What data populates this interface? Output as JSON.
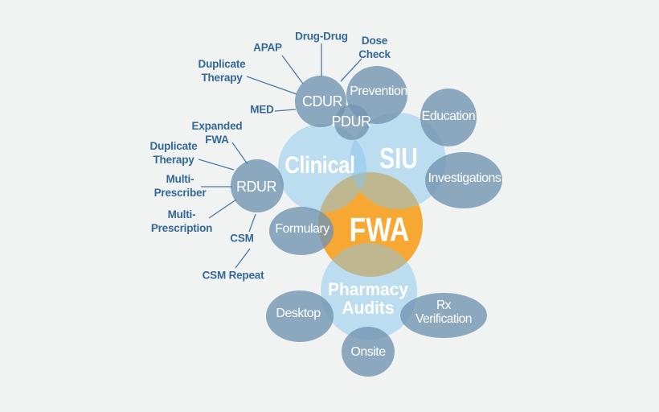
{
  "palette": {
    "background": "#f1f2f2",
    "center_fill": "#f6a833",
    "group_fill": "rgba(136,198,238,0.5)",
    "node_fill": "rgba(114,149,177,0.8)",
    "annotation_text": "#33689b",
    "leader_line": "#4a7ca9",
    "circle_text": "#ffffff"
  },
  "venn": {
    "center": {
      "label": "FWA"
    },
    "groups": [
      {
        "id": "clinical",
        "label": "Clinical"
      },
      {
        "id": "siu",
        "label": "SIU"
      },
      {
        "id": "pharmacy-audits",
        "label": "Pharmacy\nAudits"
      }
    ]
  },
  "nodes": [
    {
      "id": "cdur",
      "label": "CDUR"
    },
    {
      "id": "pdur",
      "label": "PDUR"
    },
    {
      "id": "prevention",
      "label": "Prevention"
    },
    {
      "id": "education",
      "label": "Education"
    },
    {
      "id": "investigations",
      "label": "Investigations"
    },
    {
      "id": "rdur",
      "label": "RDUR"
    },
    {
      "id": "formulary",
      "label": "Formulary"
    },
    {
      "id": "desktop",
      "label": "Desktop"
    },
    {
      "id": "onsite",
      "label": "Onsite"
    },
    {
      "id": "rx-verification",
      "label": "Rx\nVerification"
    }
  ],
  "callouts": {
    "cdur": [
      {
        "id": "drug-drug",
        "label": "Drug-Drug"
      },
      {
        "id": "dose-check",
        "label": "Dose\nCheck"
      },
      {
        "id": "apap",
        "label": "APAP"
      },
      {
        "id": "duplicate-therapy",
        "label": "Duplicate\nTherapy"
      },
      {
        "id": "med",
        "label": "MED"
      }
    ],
    "rdur": [
      {
        "id": "expanded-fwa",
        "label": "Expanded\nFWA"
      },
      {
        "id": "duplicate-therapy",
        "label": "Duplicate\nTherapy"
      },
      {
        "id": "multi-prescriber",
        "label": "Multi-\nPrescriber"
      },
      {
        "id": "multi-prescription",
        "label": "Multi-\nPrescription"
      },
      {
        "id": "csm",
        "label": "CSM"
      },
      {
        "id": "csm-repeat",
        "label": "CSM Repeat"
      }
    ]
  }
}
